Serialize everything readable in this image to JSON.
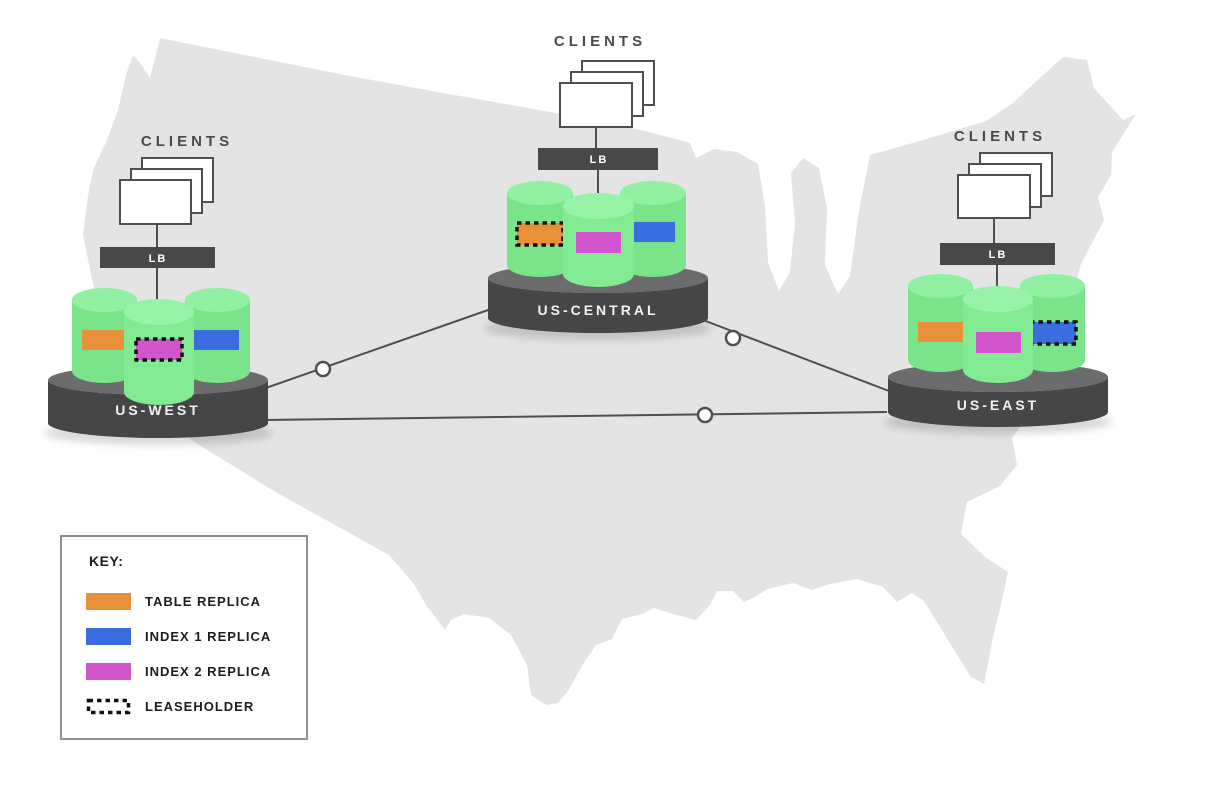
{
  "colors": {
    "background": "#ffffff",
    "map": "#e4e4e4",
    "connector": "#4f4f4f",
    "node_circle_fill": "#ffffff",
    "client_fill": "#ffffff",
    "client_border": "#4f4f4f",
    "lb_bar": "#484848",
    "cylinder_side": "#79e48a",
    "cylinder_front": "#82ea93",
    "cylinder_top": "#92f0a2",
    "cylinder_top_front": "#98f3a8",
    "platform_side": "#464646",
    "platform_top": "#6c6c6c",
    "table_replica": "#e8913a",
    "index1_replica": "#3a6de0",
    "index2_replica": "#d355cb",
    "leaseholder_border": "#101010",
    "label_dark": "#4a4a4a",
    "label_light": "#f2f2f2",
    "legend_border": "#8f8f8f",
    "legend_text": "#1d1d1d"
  },
  "regions": [
    {
      "label": "US-WEST",
      "clients_label": "CLIENTS",
      "lb_label": "LB",
      "nodes": [
        {
          "position": "left",
          "replica": "table",
          "leaseholder": false
        },
        {
          "position": "center",
          "replica": "index2",
          "leaseholder": true
        },
        {
          "position": "right",
          "replica": "index1",
          "leaseholder": false
        }
      ]
    },
    {
      "label": "US-CENTRAL",
      "clients_label": "CLIENTS",
      "lb_label": "LB",
      "nodes": [
        {
          "position": "left",
          "replica": "table",
          "leaseholder": true
        },
        {
          "position": "center",
          "replica": "index2",
          "leaseholder": false
        },
        {
          "position": "right",
          "replica": "index1",
          "leaseholder": false
        }
      ]
    },
    {
      "label": "US-EAST",
      "clients_label": "CLIENTS",
      "lb_label": "LB",
      "nodes": [
        {
          "position": "left",
          "replica": "table",
          "leaseholder": false
        },
        {
          "position": "center",
          "replica": "index2",
          "leaseholder": false
        },
        {
          "position": "right",
          "replica": "index1",
          "leaseholder": true
        }
      ]
    }
  ],
  "legend": {
    "title": "KEY:",
    "items": [
      {
        "label": "TABLE REPLICA",
        "swatch": "table_replica"
      },
      {
        "label": "INDEX 1 REPLICA",
        "swatch": "index1_replica"
      },
      {
        "label": "INDEX 2 REPLICA",
        "swatch": "index2_replica"
      },
      {
        "label": "LEASEHOLDER",
        "swatch": "leaseholder"
      }
    ]
  }
}
